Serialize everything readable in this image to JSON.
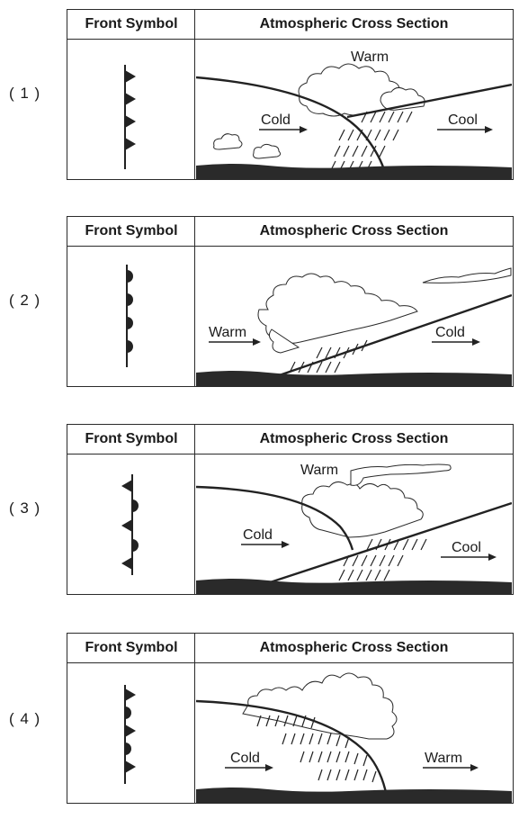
{
  "headers": {
    "symbol": "Front Symbol",
    "section": "Atmospheric Cross Section"
  },
  "choices": [
    {
      "label": "( 1 )",
      "left_air": "Cold",
      "right_air": "Cool",
      "top_air": "Warm",
      "symbol_icon": "triangles-icon"
    },
    {
      "label": "( 2 )",
      "left_air": "Warm",
      "right_air": "Cold",
      "symbol_icon": "semicircles-icon"
    },
    {
      "label": "( 3 )",
      "left_air": "Cold",
      "right_air": "Cool",
      "top_air": "Warm",
      "symbol_icon": "alternating-triangles-semicircles-icon"
    },
    {
      "label": "( 4 )",
      "left_air": "Cold",
      "right_air": "Warm",
      "symbol_icon": "triangles-and-semicircles-same-side-icon"
    }
  ]
}
